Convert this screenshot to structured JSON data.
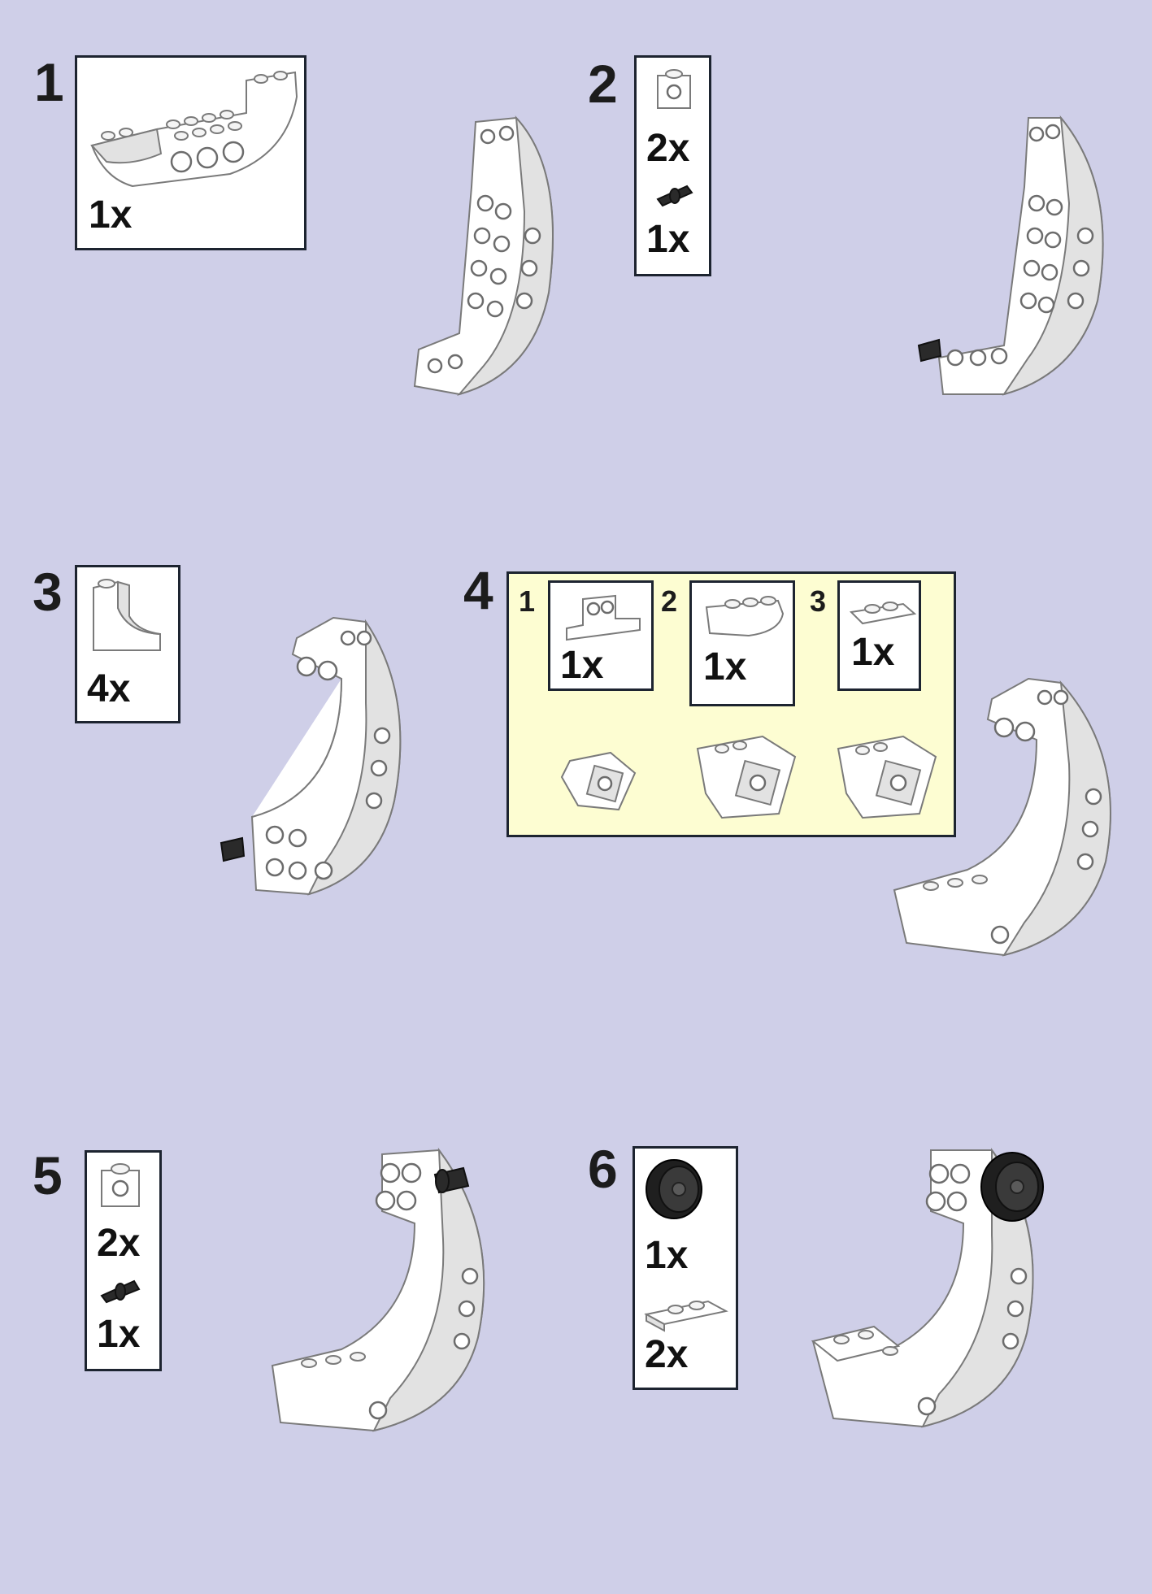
{
  "steps": [
    {
      "number": "1",
      "parts": [
        {
          "icon": "curved-brick-icon",
          "qty": "1x"
        }
      ]
    },
    {
      "number": "2",
      "parts": [
        {
          "icon": "technic-brick-1x1-icon",
          "qty": "2x"
        },
        {
          "icon": "technic-pin-icon",
          "qty": "1x"
        }
      ]
    },
    {
      "number": "3",
      "parts": [
        {
          "icon": "arch-slope-icon",
          "qty": "4x"
        }
      ]
    },
    {
      "number": "4",
      "substeps": [
        {
          "number": "1",
          "icon": "bracket-plate-icon",
          "qty": "1x"
        },
        {
          "number": "2",
          "icon": "inverted-slope-icon",
          "qty": "1x"
        },
        {
          "number": "3",
          "icon": "plate-1x2-icon",
          "qty": "1x"
        }
      ]
    },
    {
      "number": "5",
      "parts": [
        {
          "icon": "technic-brick-1x1-icon",
          "qty": "2x"
        },
        {
          "icon": "technic-pin-icon",
          "qty": "1x"
        }
      ]
    },
    {
      "number": "6",
      "parts": [
        {
          "icon": "wheel-icon",
          "qty": "1x"
        },
        {
          "icon": "jumper-plate-icon",
          "qty": "2x"
        }
      ]
    }
  ],
  "colors": {
    "background": "#cfcfe8",
    "substep_panel": "#fdfdd2",
    "border": "#1d2430"
  }
}
